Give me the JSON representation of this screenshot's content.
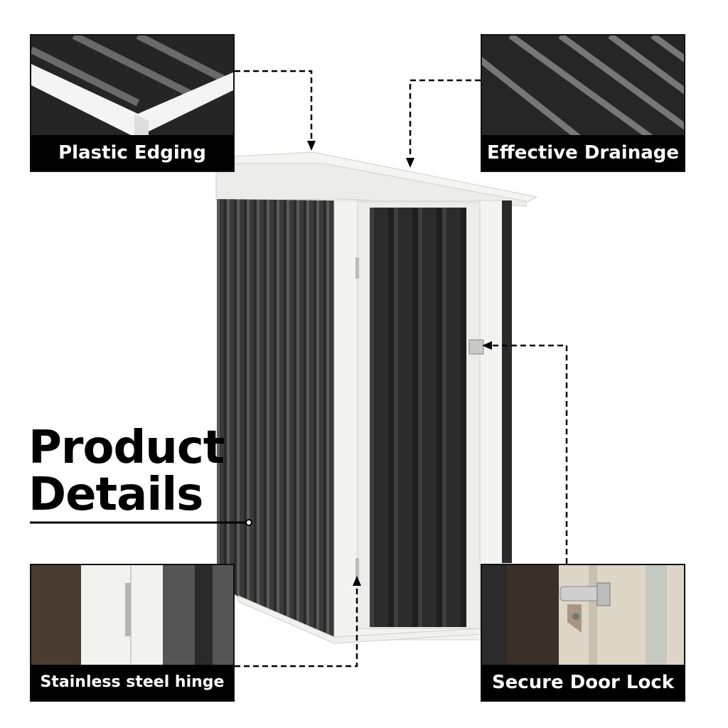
{
  "heading": {
    "line1": "Product",
    "line2": "Details"
  },
  "callouts": {
    "top_left": "Plastic Edging",
    "top_right": "Effective Drainage",
    "bottom_left": "Stainless steel hinge",
    "bottom_right": "Secure Door Lock"
  },
  "colors": {
    "panel_dark": "#2f2f2f",
    "frame_white": "#f2f2f0",
    "label_bg": "#000000",
    "label_text": "#ffffff"
  }
}
